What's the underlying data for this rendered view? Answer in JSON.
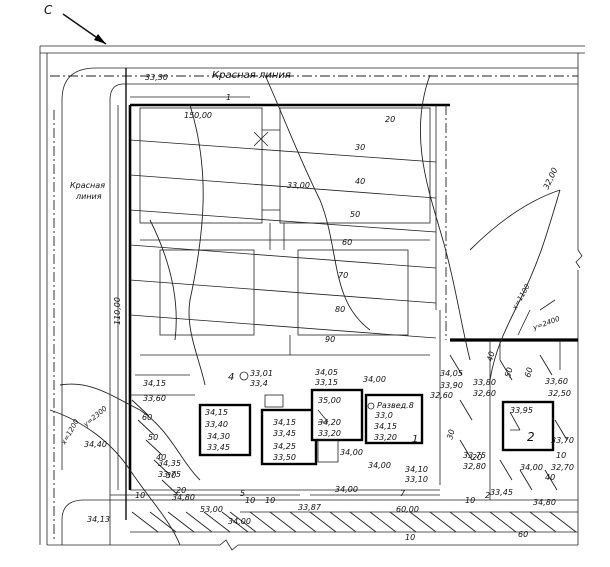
{
  "north_arrow": {
    "letter": "С"
  },
  "red_line": {
    "top_label": "Красная линия",
    "left_label_line1": "Красная",
    "left_label_line2": "линия"
  },
  "dimensions": {
    "top": "150,00",
    "left": "110,00",
    "bottom": "53,00",
    "bottom_right": "60,00"
  },
  "coords": {
    "kx_right": "x=1100",
    "ky_right": "y=2400",
    "kx_left": "x=1200",
    "ky_left": "y=2300"
  },
  "contours": [
    "20",
    "30",
    "40",
    "50",
    "60",
    "70",
    "80",
    "90",
    "60",
    "50",
    "40",
    "30",
    "20",
    "10",
    "60",
    "50",
    "40",
    "30",
    "20",
    "10",
    "10",
    "10",
    "10",
    "10",
    "60",
    "40"
  ],
  "elevations": {
    "e_3330": "33,30",
    "e_3300_mid": "33,00",
    "e_3200": "32,00",
    "e_3401": "33,01",
    "e_334": "33,4",
    "e_3405": "34,05",
    "e_3315": "33,15",
    "e_3400_a": "34,00",
    "e_3415_a": "34,15",
    "e_3360": "33,60",
    "e_3415_b": "34,15",
    "e_3340": "33,40",
    "e_3430": "34,30",
    "e_3345": "33,45",
    "e_3415_c": "34,15",
    "e_3345_b": "33,45",
    "e_3425": "34,25",
    "e_3350": "33,50",
    "e_3500": "35,00",
    "e_3420": "34,20",
    "e_3320": "33,20",
    "e_330": "33,0",
    "e_3415_d": "34,15",
    "e_3320_b": "33,20",
    "e_3405_b": "34,05",
    "e_3390": "33,90",
    "e_3380": "33,80",
    "e_3260": "32,60",
    "e_3360_b": "33,60",
    "e_3250": "32,50",
    "e_3395": "33,95",
    "e_3375": "33,75",
    "e_3280": "32,80",
    "e_3370": "33,70",
    "e_3270": "32,70",
    "e_3440": "34,40",
    "e_3435": "34,35",
    "e_3375_b": "33,75",
    "e_3400_b": "34,00",
    "e_3410": "34,10",
    "e_3310": "33,10",
    "e_3345_c": "33,45",
    "e_3387": "33,87",
    "e_3400_c": "34,00",
    "e_3413": "34,13",
    "e_3480": "34,80",
    "e_3400_d": "34,00",
    "e_3480_b": "34,80",
    "e_3400_e": "34,00",
    "e_3260_b": "32,60",
    "e_3400_f": "34,00"
  },
  "markers": {
    "one": "1",
    "two": "2",
    "four": "4",
    "razvedka": "Развед.8",
    "small_seven": "7",
    "small_five": "5",
    "small_two": "2",
    "small_one": "1"
  }
}
